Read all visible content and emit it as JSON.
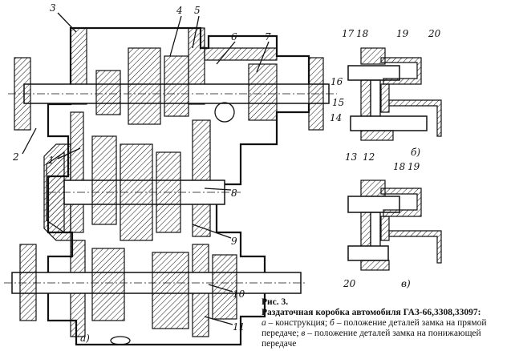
{
  "figure": {
    "callouts_main": [
      "1",
      "2",
      "3",
      "4",
      "5",
      "6",
      "7",
      "8",
      "9",
      "10",
      "11"
    ],
    "view_a": "а)",
    "view_b": "б)",
    "view_v": "в)",
    "callouts_b": {
      "l17": "17",
      "l18": "18",
      "l19": "19",
      "l20": "20",
      "l16": "16",
      "l15": "15",
      "l14": "14",
      "l13": "13",
      "l12": "12"
    },
    "callouts_v": {
      "l18": "18",
      "l19": "19",
      "l20": "20"
    }
  },
  "caption": {
    "number": "Рис. 3.",
    "title": "Раздаточная коробка автомобиля ГАЗ-66,3308,33097:",
    "a_letter": "а",
    "a_text": " – конструкция; ",
    "b_letter": "б",
    "b_text": " – положение деталей замка на прямой передаче; ",
    "v_letter": "в",
    "v_text": " – положение деталей замка на понижающей передаче"
  }
}
